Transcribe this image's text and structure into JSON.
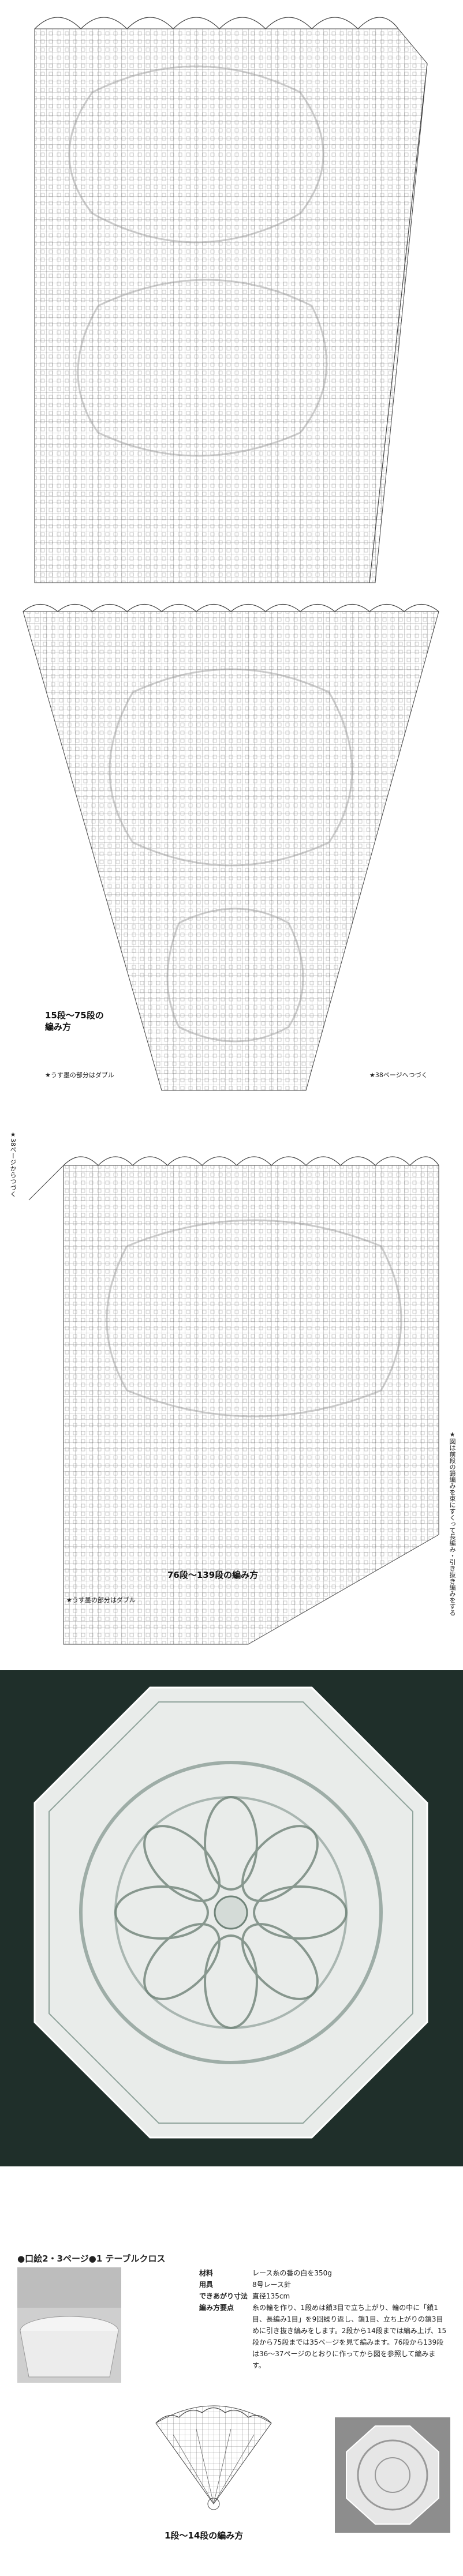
{
  "captions": {
    "section2": "15段〜75段の\n編み方",
    "section3": "76段〜139段の編み方",
    "bottom": "1段〜14段の編み方"
  },
  "notes": {
    "double_note_1": "★うす墨の部分はダブル",
    "double_note_2": "★うす墨の部分はダブル",
    "continue_right": "★38ページへつづく",
    "continue_left": "★38ページからつづく",
    "vertical_right": "★図は前段の鎖編みを束にすくって長編み・引き抜き編みをする"
  },
  "pattern": {
    "header": "●口絵2・3ページ●1 テーブルクロス",
    "rows": [
      {
        "k": "材料",
        "v": "レース糸の番の白を350g"
      },
      {
        "k": "用具",
        "v": "8号レース針"
      },
      {
        "k": "できあがり寸法",
        "v": "直径135cm"
      },
      {
        "k": "編み方要点",
        "v": "糸の輪を作り、1段めは鎖3目で立ち上がり、輪の中に「鎖1目、長編み1目」を9回繰り返し、鎖1目、立ち上がりの鎖3目めに引き抜き編みをします。2段から14段までは編み上げ、15段から75段までは35ページを見て編みます。76段から139段は36〜37ページのとおりに作ってから図を参照して編みます。"
      }
    ]
  },
  "colors": {
    "line": "#555555",
    "photo_bg": "#1f2f2a",
    "lace": "#e9ecea"
  }
}
